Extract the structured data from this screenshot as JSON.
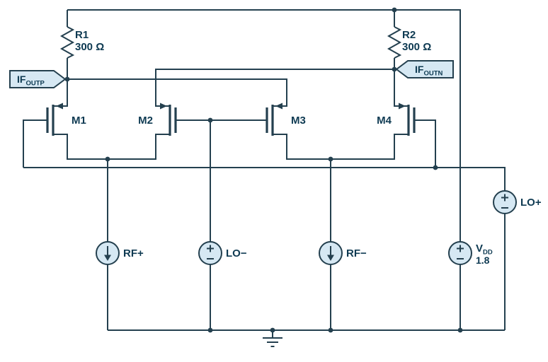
{
  "diagram": {
    "type": "circuit-schematic",
    "description": "Double-balanced MOSFET mixer core with resistive loads",
    "colors": {
      "background": "#ffffff",
      "wire": "#24404f",
      "text": "#0e3a52",
      "accent_fill": "#d6e8f3"
    },
    "resistors": [
      {
        "name": "R1",
        "value": "300 Ω"
      },
      {
        "name": "R2",
        "value": "300 Ω"
      }
    ],
    "transistors": [
      {
        "name": "M1"
      },
      {
        "name": "M2"
      },
      {
        "name": "M3"
      },
      {
        "name": "M4"
      }
    ],
    "ports": [
      {
        "base": "IF",
        "sub": "OUTP"
      },
      {
        "base": "IF",
        "sub": "OUTN"
      }
    ],
    "sources": [
      {
        "label": "RF+",
        "type": "current"
      },
      {
        "label": "LO−",
        "type": "voltage"
      },
      {
        "label": "RF−",
        "type": "current"
      },
      {
        "base": "V",
        "sub": "DD",
        "value": "1.8",
        "type": "voltage"
      },
      {
        "label": "LO+",
        "type": "voltage"
      }
    ]
  }
}
